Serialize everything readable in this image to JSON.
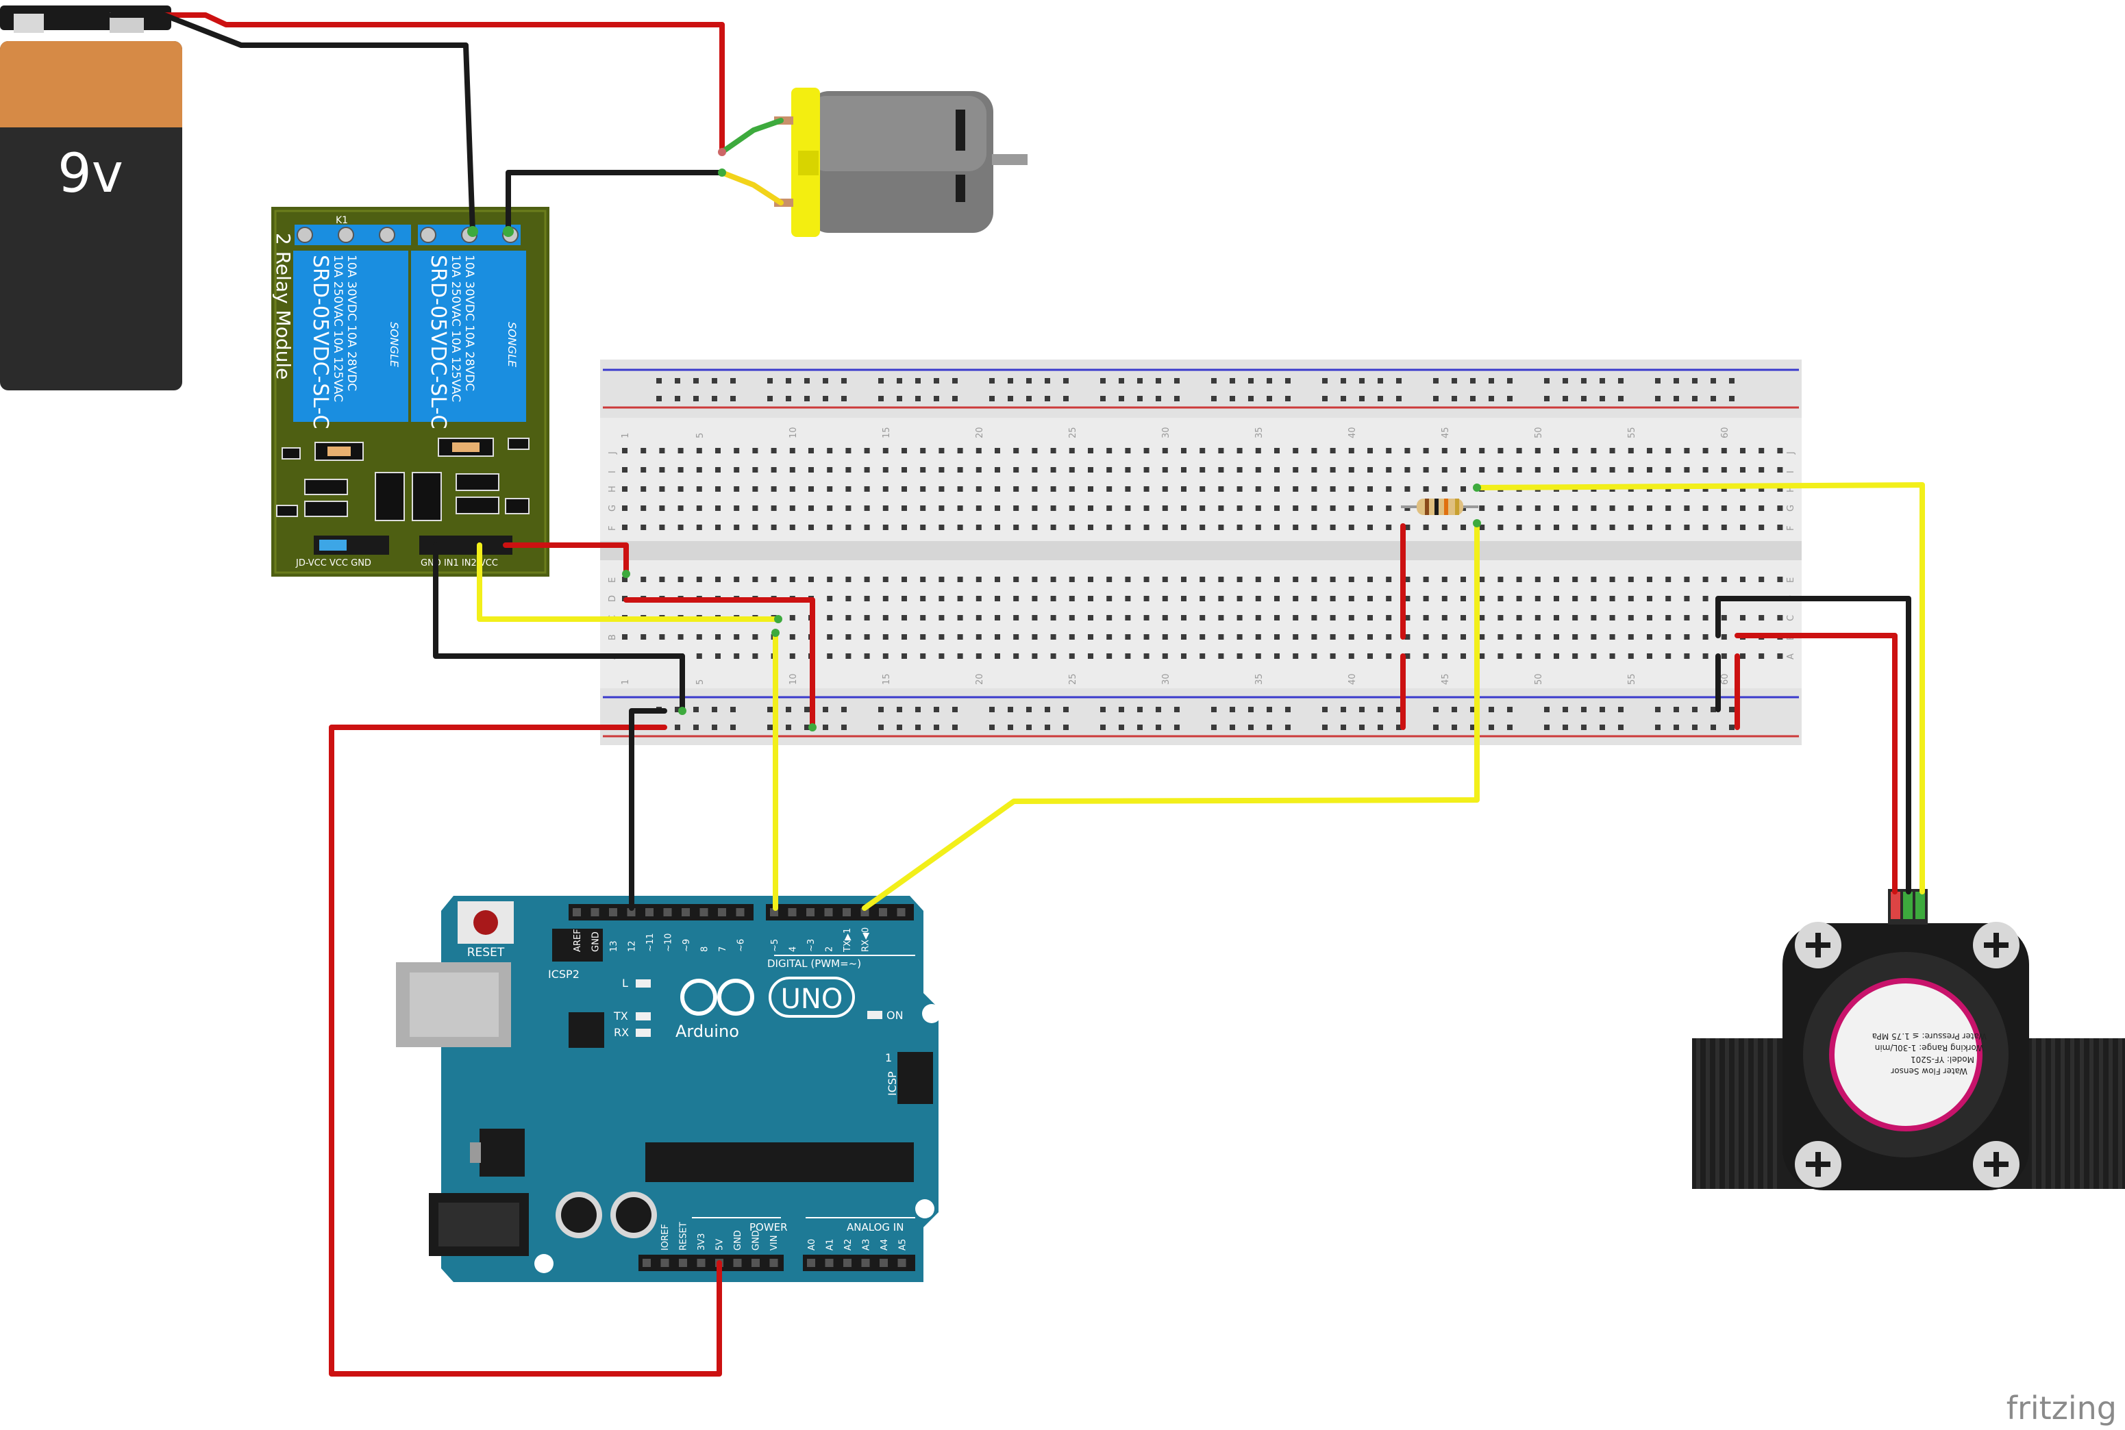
{
  "battery": {
    "label": "9v"
  },
  "relay": {
    "title": "2 Relay Module",
    "relay_brand": "SONGLE",
    "relay_model": "SRD-05VDC-SL-C",
    "relay_rating_1": "10A 250VAC 10A 125VAC",
    "relay_rating_2": "10A 30VDC 10A 28VDC",
    "relay1_label": "K1",
    "header_left": "JD-VCC VCC GND",
    "header_right": "GND IN1 IN2 VCC"
  },
  "breadboard": {
    "column_numbers": [
      "1",
      "5",
      "10",
      "15",
      "20",
      "25",
      "30",
      "35",
      "40",
      "45",
      "50",
      "55",
      "60"
    ],
    "row_letters_top": [
      "J",
      "I",
      "H",
      "G",
      "F"
    ],
    "row_letters_bottom": [
      "E",
      "D",
      "C",
      "B",
      "A"
    ]
  },
  "arduino": {
    "brand": "Arduino",
    "model": "UNO",
    "reset_label": "RESET",
    "icsp2_label": "ICSP2",
    "icsp_label": "ICSP",
    "led_l": "L",
    "led_tx": "TX",
    "led_rx": "RX",
    "led_on": "ON",
    "digital_label": "DIGITAL (PWM=~)",
    "power_label": "POWER",
    "analog_label": "ANALOG IN",
    "top_pins": [
      "AREF",
      "GND",
      "13",
      "12",
      "~11",
      "~10",
      "~9",
      "8",
      "7",
      "~6",
      "~5",
      "4",
      "~3",
      "2",
      "TX▶1",
      "RX◀0"
    ],
    "power_pins": [
      "IOREF",
      "RESET",
      "3V3",
      "5V",
      "GND",
      "GND",
      "VIN"
    ],
    "analog_pins": [
      "A0",
      "A1",
      "A2",
      "A3",
      "A4",
      "A5"
    ],
    "icsp_pin1": "1"
  },
  "flow_sensor": {
    "line1": "Water Flow Sensor",
    "line2": "Model: YF-S201",
    "line3": "Working Range: 1-30L/min",
    "line4": "Water Pressure: ≤ 1.75 MPa"
  },
  "watermark": {
    "text": "fritzing"
  },
  "colors": {
    "wire_red": "#cc1111",
    "wire_black": "#1a1a1a",
    "wire_yellow": "#f2ef1a",
    "wire_green": "#3daa3d",
    "relay_board": "#4e5f12",
    "relay_blue": "#1a8ee0",
    "arduino_teal": "#1e7a96",
    "breadboard": "#ececec",
    "motor_yellow": "#f3ee10",
    "battery_orange": "#d68a46"
  }
}
